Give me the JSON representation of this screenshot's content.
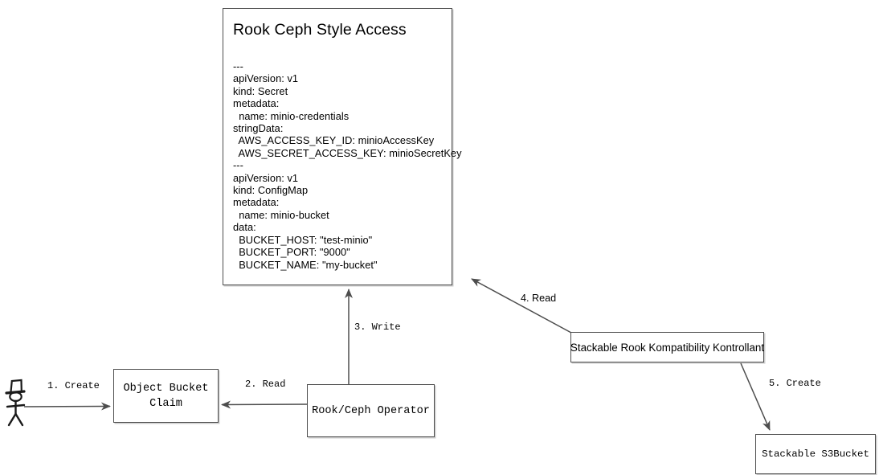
{
  "diagram": {
    "title": "Rook Ceph Style Access",
    "background_color": "#ffffff",
    "stroke_color": "#4d4d4d",
    "text_color": "#000000"
  },
  "nodes": {
    "yaml_note": {
      "title": "Rook Ceph Style Access",
      "body": "---\napiVersion: v1\nkind: Secret\nmetadata:\n  name: minio-credentials\nstringData:\n  AWS_ACCESS_KEY_ID: minioAccessKey\n  AWS_SECRET_ACCESS_KEY: minioSecretKey\n---\napiVersion: v1\nkind: ConfigMap\nmetadata:\n  name: minio-bucket\ndata:\n  BUCKET_HOST: \"test-minio\"\n  BUCKET_PORT: \"9000\"\n  BUCKET_NAME: \"my-bucket\""
    },
    "object_bucket_claim": {
      "label": "Object Bucket\nClaim"
    },
    "rook_ceph_operator": {
      "label": "Rook/Ceph Operator"
    },
    "stackable_rook_kompatibility_kontrollant": {
      "label": "Stackable Rook Kompatibility Kontrollant"
    },
    "stackable_s3bucket": {
      "label": "Stackable S3Bucket"
    },
    "actor": {
      "name": "user-actor-stick-figure"
    }
  },
  "edges": [
    {
      "id": "e1",
      "label": "1. Create",
      "from": "actor",
      "to": "object_bucket_claim"
    },
    {
      "id": "e2",
      "label": "2. Read",
      "from": "rook_ceph_operator",
      "to": "object_bucket_claim"
    },
    {
      "id": "e3",
      "label": "3. Write",
      "from": "rook_ceph_operator",
      "to": "yaml_note"
    },
    {
      "id": "e4",
      "label": "4. Read",
      "from": "stackable_rook_kompatibility_kontrollant",
      "to": "yaml_note"
    },
    {
      "id": "e5",
      "label": "5. Create",
      "from": "stackable_rook_kompatibility_kontrollant",
      "to": "stackable_s3bucket"
    }
  ]
}
